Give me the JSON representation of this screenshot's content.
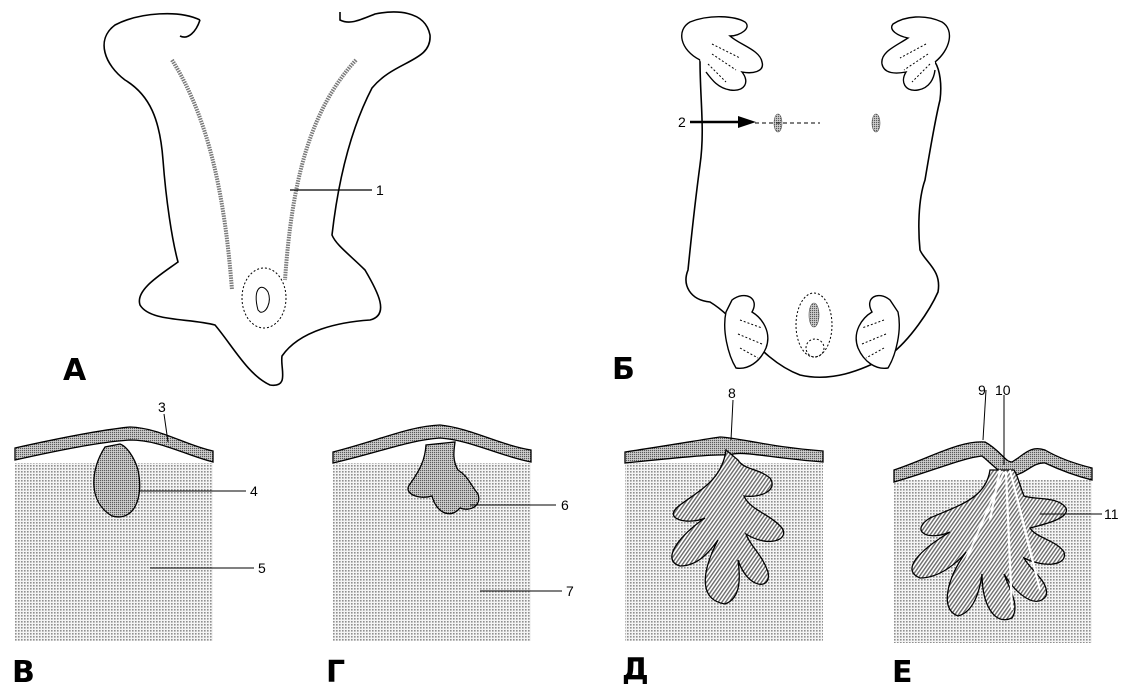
{
  "panels": {
    "a": {
      "letter": "А"
    },
    "b": {
      "letter": "Б"
    },
    "v": {
      "letter": "В"
    },
    "g": {
      "letter": "Г"
    },
    "d": {
      "letter": "Д"
    },
    "e": {
      "letter": "Е"
    }
  },
  "callouts": {
    "c1": "1",
    "c2": "2",
    "c3": "3",
    "c4": "4",
    "c5": "5",
    "c6": "6",
    "c7": "7",
    "c8": "8",
    "c9": "9",
    "c10": "10",
    "c11": "11"
  },
  "colors": {
    "stroke": "#000000",
    "tissue_dots": "#9a9a9a",
    "ridge": "#7a7a7a"
  }
}
